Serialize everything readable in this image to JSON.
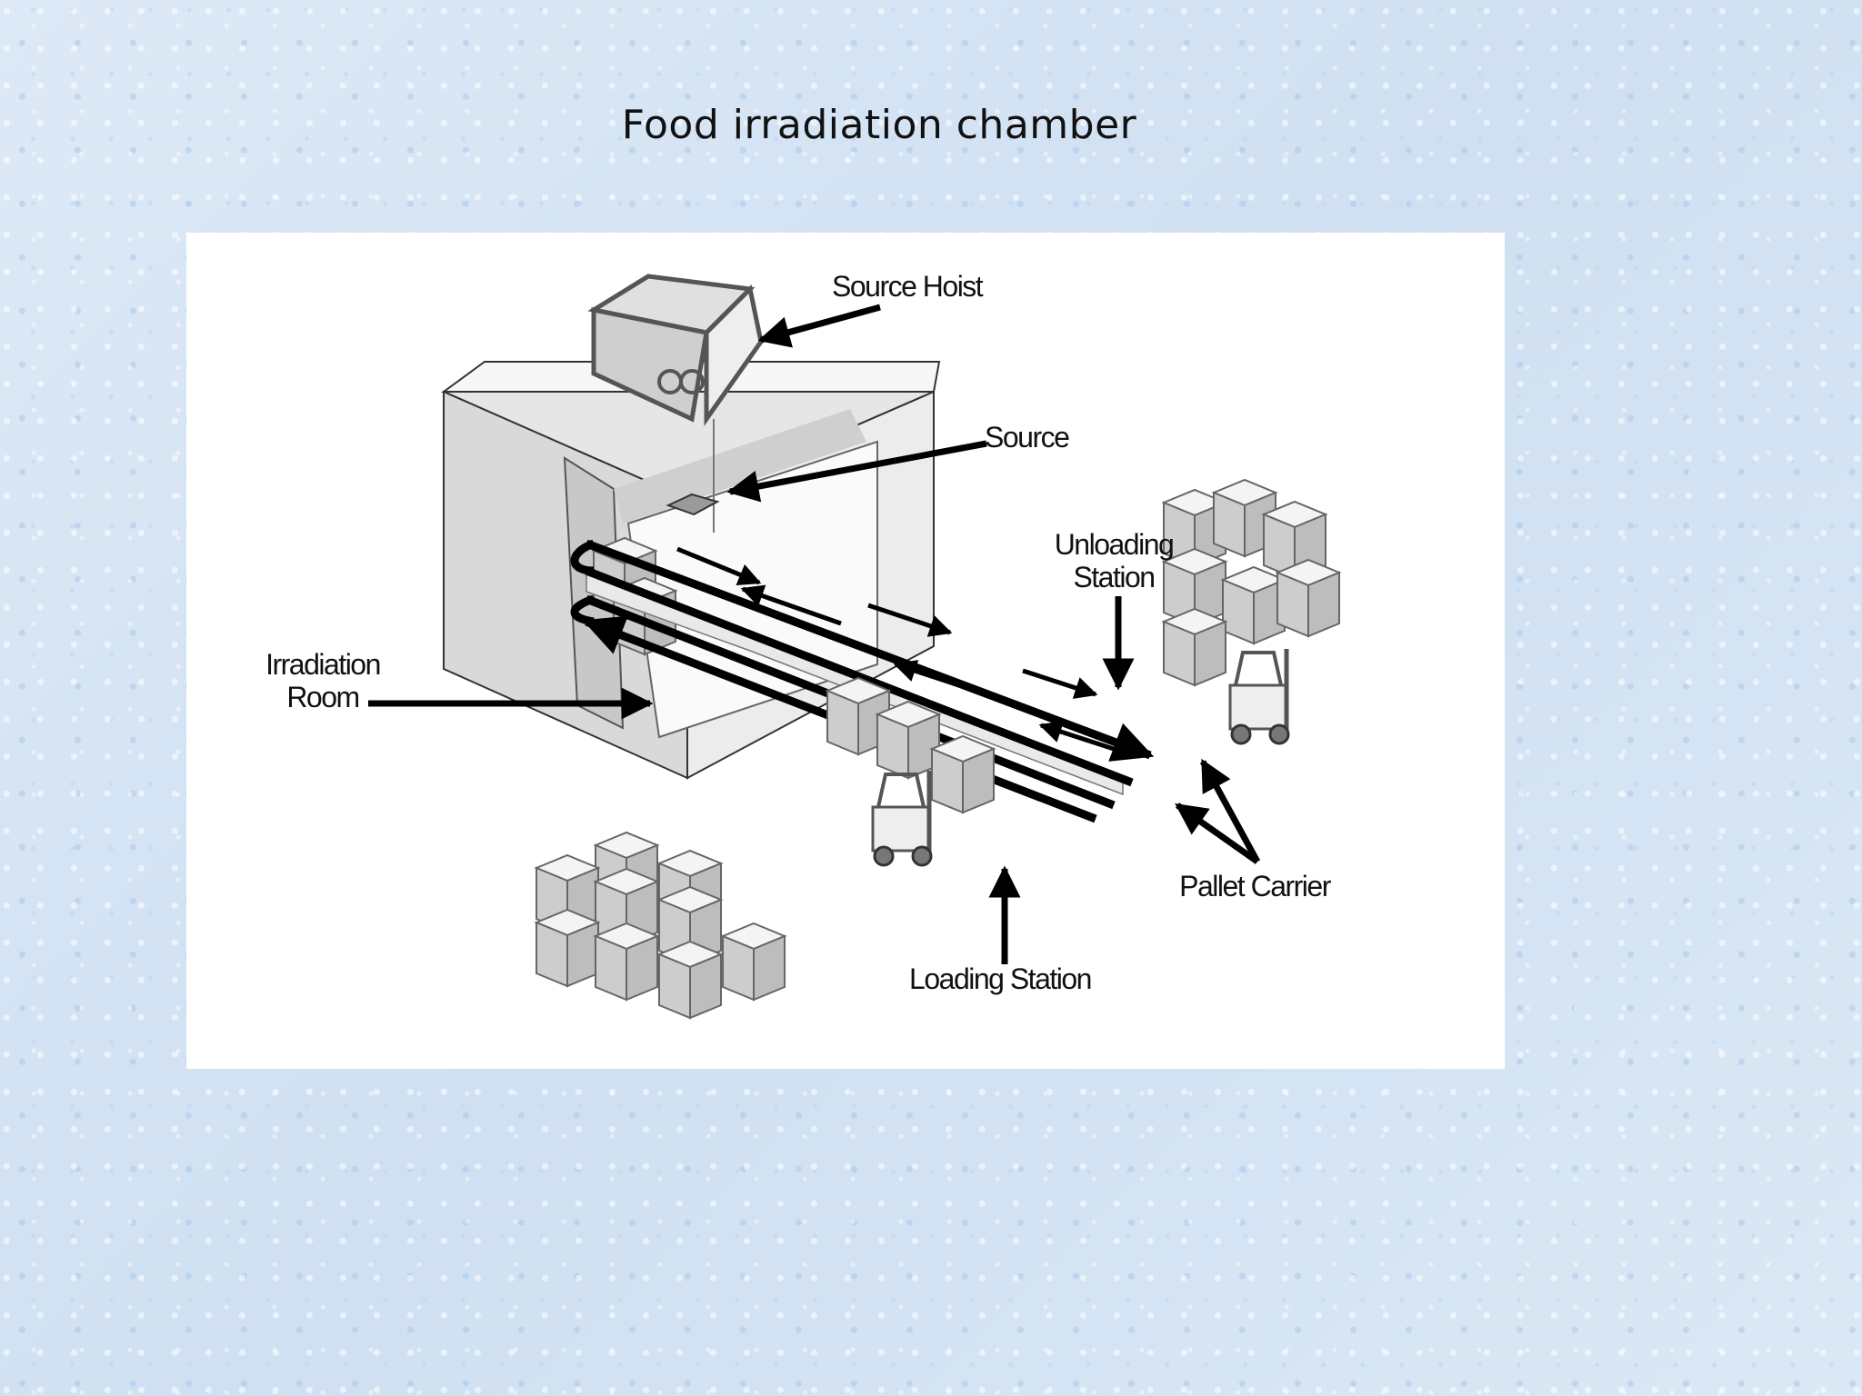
{
  "slide": {
    "title": "Food irradiation chamber"
  },
  "diagram": {
    "labels": {
      "source_hoist": "Source Hoist",
      "source": "Source",
      "unloading_station_line1": "Unloading",
      "unloading_station_line2": "Station",
      "irradiation_room_line1": "Irradiation",
      "irradiation_room_line2": "Room",
      "pallet_carrier": "Pallet Carrier",
      "loading_station": "Loading Station"
    },
    "colors": {
      "box_face_light": "#eeeeee",
      "box_face_mid": "#cfcfcf",
      "box_face_dark": "#b5b5b5",
      "outline": "#555555",
      "arrow": "#000000"
    }
  }
}
